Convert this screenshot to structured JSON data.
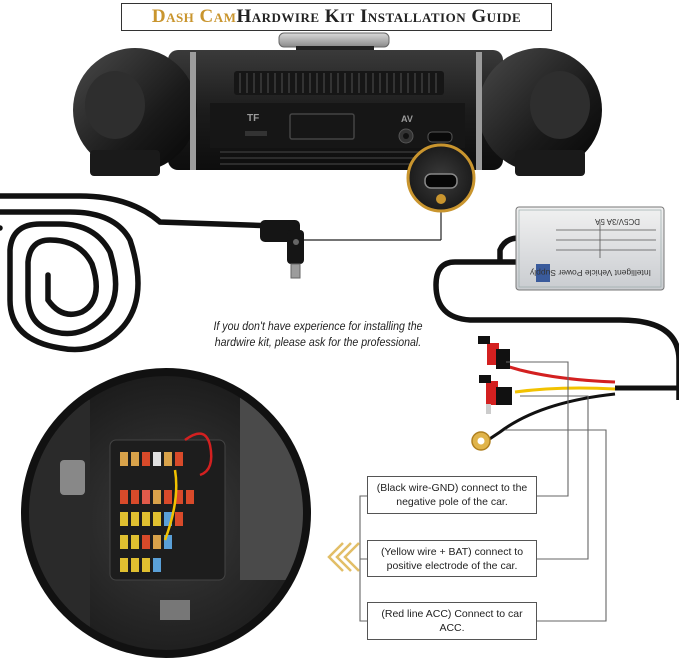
{
  "title": {
    "accent": "Dash Cam",
    "rest": " Hardwire Kit Installation Guide"
  },
  "warning": "If you don't have experience for installing the hardwire kit, please ask for the professional.",
  "camera_labels": {
    "tf": "TF",
    "av": "AV"
  },
  "converter": {
    "brand": "Intelligent Vehicle Power Supply",
    "model": "DC5V/3A 5A"
  },
  "notes": {
    "black": "(Black wire-GND) connect to the negative pole of the car.",
    "yellow": "(Yellow wire + BAT) connect to positive electrode of the car.",
    "red": "(Red line ACC) Connect to car ACC."
  },
  "colors": {
    "accent": "#c9952e",
    "red_wire": "#d32020",
    "yellow_wire": "#f2c200",
    "cable": "#111111"
  }
}
